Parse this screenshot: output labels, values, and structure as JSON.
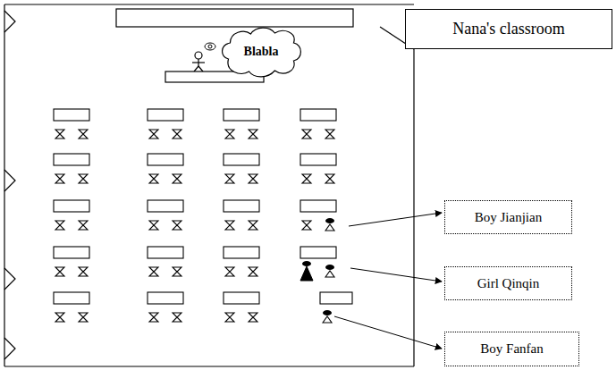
{
  "diagram": {
    "nodes": [
      {
        "text": [
          "Blabla"
        ]
      },
      {
        "text": [
          "Nana's classroom"
        ]
      },
      {
        "text": [
          "Boy Jianjian"
        ]
      },
      {
        "text": [
          "Girl Qinqin"
        ]
      },
      {
        "text": [
          "Boy Fanfan"
        ]
      }
    ]
  }
}
